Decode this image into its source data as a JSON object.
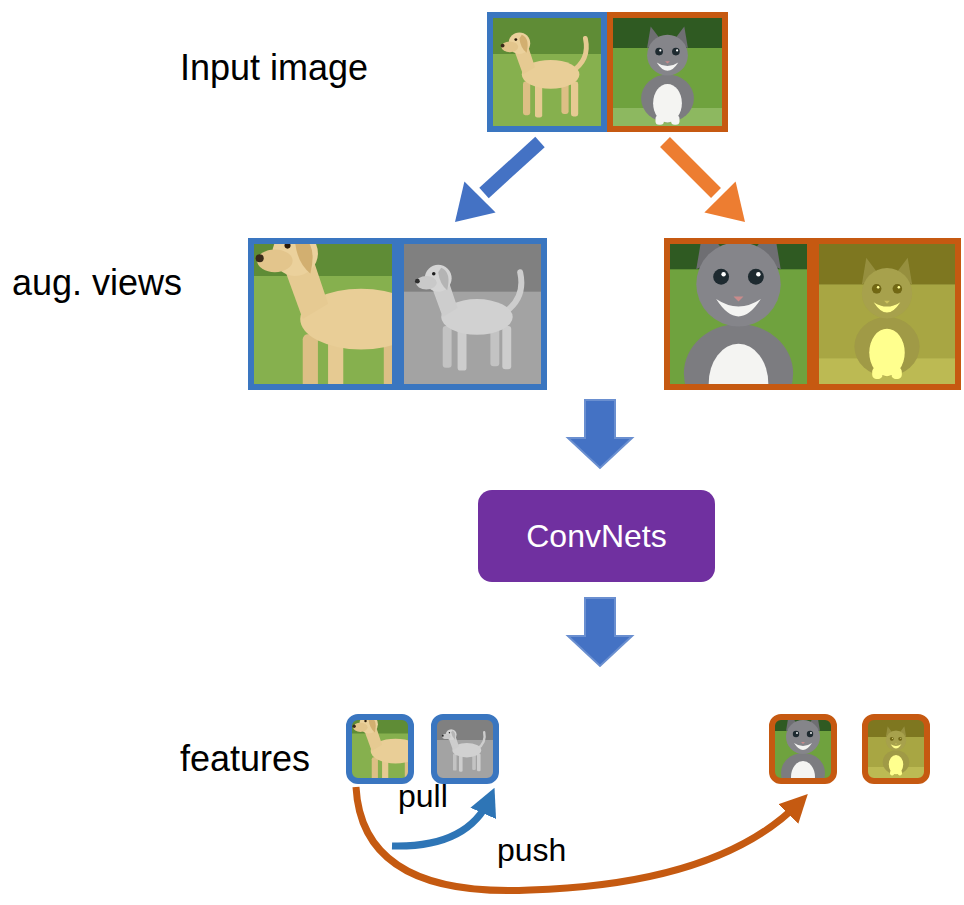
{
  "diagram": {
    "nodes": [
      {
        "text": [
          "ConvNets"
        ]
      }
    ],
    "labels": [
      "Input image",
      "aug. views",
      "features",
      "pull",
      "push"
    ]
  }
}
